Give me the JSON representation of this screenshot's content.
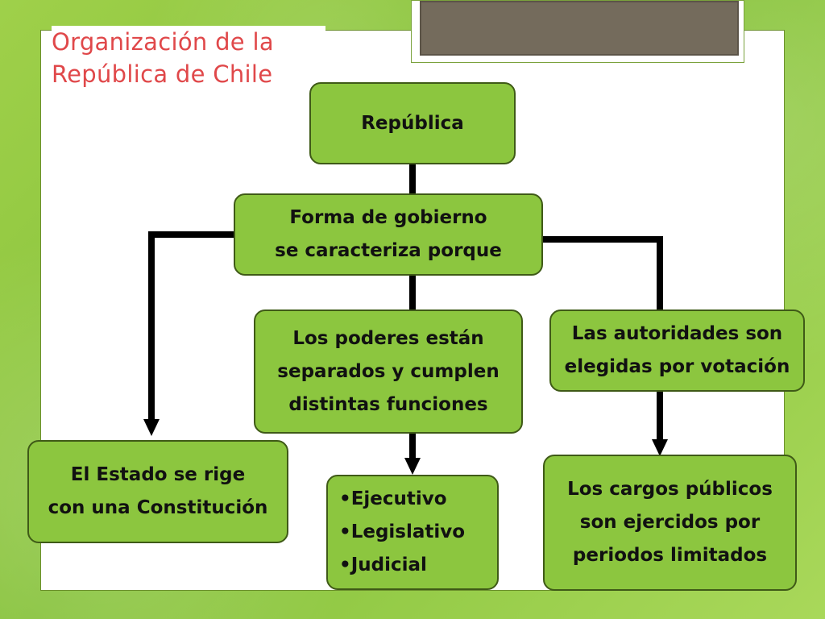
{
  "title": {
    "line1": "Organización de la",
    "line2": "República de Chile"
  },
  "colors": {
    "box_fill": "#8cc63f",
    "box_border": "#3f5a17",
    "title": "#e0484a",
    "connector": "#000000"
  },
  "nodes": {
    "republica": "República",
    "forma_gobierno": "Forma de gobierno\nse caracteriza porque",
    "poderes": "Los poderes están\nseparados y cumplen\ndistintas funciones",
    "autoridades": "Las autoridades son\nelegidas por votación",
    "estado": "El Estado se rige\ncon una Constitución",
    "ramas": "•Ejecutivo\n•Legislativo\n•Judicial",
    "cargos": "Los cargos públicos\nson ejercidos por\nperiodos limitados"
  }
}
